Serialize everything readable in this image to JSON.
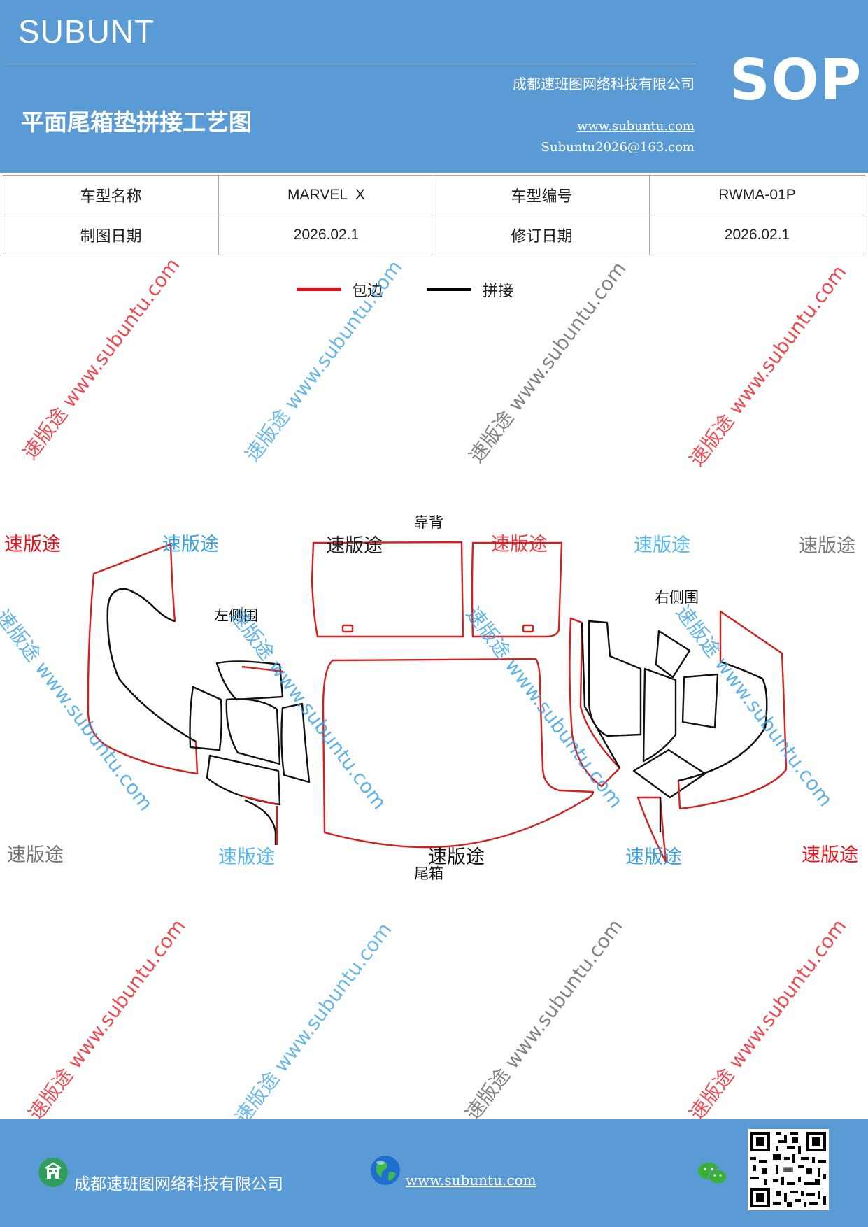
{
  "header": {
    "brand": "SUBUNT",
    "company": "成都速班图网络科技有限公司",
    "title": "平面尾箱垫拼接工艺图",
    "url": "www.subuntu.com",
    "email": "Subuntu2026@163.com",
    "sop": "SOP"
  },
  "info_table": {
    "model_name_label": "车型名称",
    "model_name": "MARVEL  X",
    "model_code_label": "车型编号",
    "model_code": "RWMA-01P",
    "draw_date_label": "制图日期",
    "draw_date": "2026.02.1",
    "revise_date_label": "修订日期",
    "revise_date": "2026.02.1"
  },
  "legend": {
    "items": [
      {
        "label": "包边",
        "color": "#e8101a"
      },
      {
        "label": "拼接",
        "color": "#000000"
      }
    ]
  },
  "diagram": {
    "labels": {
      "backrest": "靠背",
      "left_side": "左侧围",
      "right_side": "右侧围",
      "trunk": "尾箱"
    },
    "colors": {
      "edge": "#d42020",
      "seam": "#111111"
    }
  },
  "watermarks": {
    "short": "速版途",
    "long": "速版途 www.subuntu.com",
    "colors": {
      "red": "#e8101a",
      "blue": "#3aa0e0",
      "gray": "#777777"
    }
  },
  "footer": {
    "company": "成都速班图网络科技有限公司",
    "url": "www.subuntu.com",
    "icons": [
      "building-icon",
      "globe-icon",
      "wechat-icon",
      "qr-code"
    ]
  }
}
